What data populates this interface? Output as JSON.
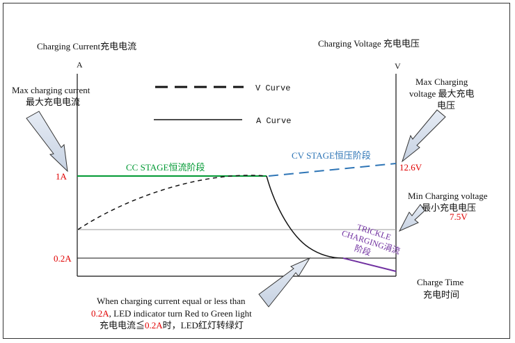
{
  "titles": {
    "current": "Charging Current充电电流",
    "voltage": "Charging Voltage 充电电压",
    "unit_a": "A",
    "unit_v": "V"
  },
  "legend": {
    "v_curve": "V Curve",
    "a_curve": "A Curve"
  },
  "annotations": {
    "max_current_line1": "Max charging current",
    "max_current_line2": "最大充电电流",
    "max_voltage_line1": "Max Charging",
    "max_voltage_line2": "voltage 最大充电",
    "max_voltage_line3": "电压",
    "min_voltage_line1": "Min Charging voltage",
    "min_voltage_line2": "最小充电电压",
    "led_line1": "When charging current equal or less than",
    "led_line2_value": "0.2A",
    "led_line2_rest": ", LED indicator turn Red to Green light",
    "led_line3_prefix": "充电电流≦",
    "led_line3_value": "0.2A",
    "led_line3_suffix": "时，LED红灯转绿灯"
  },
  "ticks": {
    "one_amp": "1A",
    "point_two_amp": "0.2A",
    "max_volt": "12.6V",
    "min_volt": "7.5V"
  },
  "stages": {
    "cc": "CC STAGE恒流阶段",
    "cv": "CV STAGE恒压阶段",
    "trickle_line1": "TRICKLE",
    "trickle_line2": "CHARGING涓流",
    "trickle_line3": "阶段"
  },
  "x_axis": {
    "label_line1": "Charge Time",
    "label_line2": "充电时间"
  },
  "colors": {
    "cc": "#009933",
    "cv": "#2e75b6",
    "trickle": "#7030a0",
    "red": "#e00000",
    "axis": "#111111",
    "gridline": "#999999"
  }
}
